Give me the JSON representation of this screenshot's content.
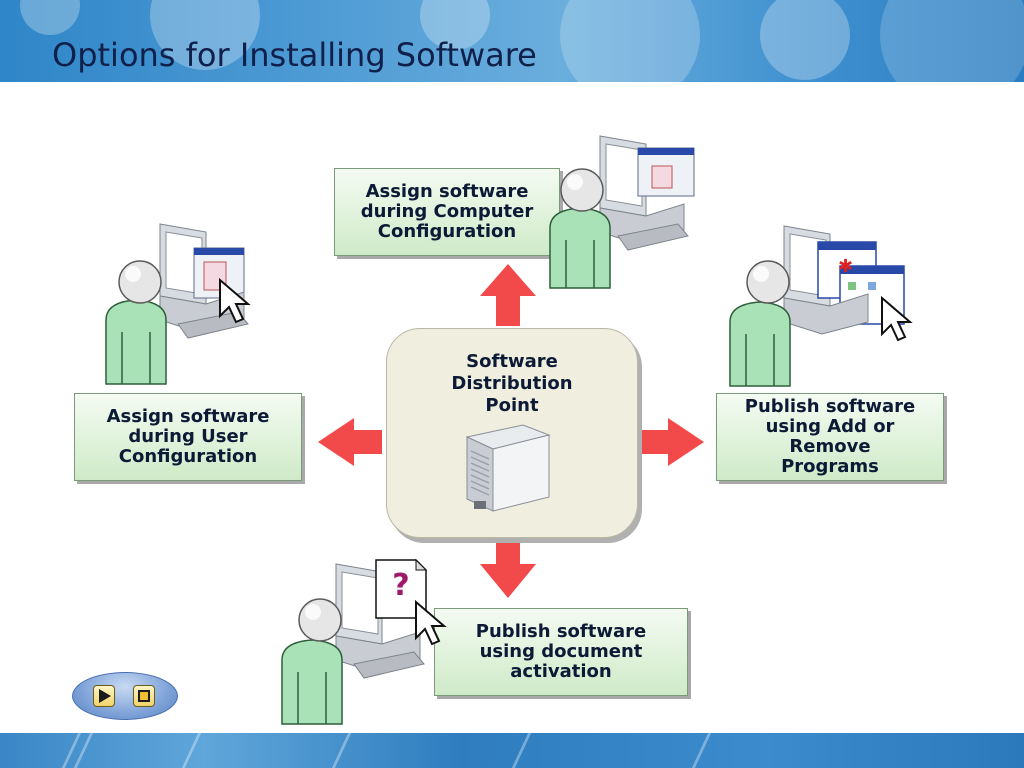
{
  "slide": {
    "title": "Options for Installing Software"
  },
  "center": {
    "label_lines": [
      "Software",
      "Distribution",
      "Point"
    ]
  },
  "options": {
    "computer_config": [
      "Assign software",
      "during Computer",
      "Configuration"
    ],
    "user_config": [
      "Assign software",
      "during User",
      "Configuration"
    ],
    "add_remove": [
      "Publish software",
      "using Add or",
      "Remove",
      "Programs"
    ],
    "document_activation": [
      "Publish software",
      "using document",
      "activation"
    ]
  },
  "document_icon_glyph": "?",
  "colors": {
    "arrow": "#f24a4a",
    "box_fill_top": "#f4fbf2",
    "box_fill_bottom": "#cfeac8",
    "person": "#a9e2b7",
    "header": "#3e8fcf",
    "title_text": "#10204a"
  },
  "icons": {
    "nav_play": "play-icon",
    "nav_stop": "stop-icon",
    "server": "server-icon",
    "user": "user-at-computer-icon",
    "pointer": "mouse-pointer-icon"
  }
}
